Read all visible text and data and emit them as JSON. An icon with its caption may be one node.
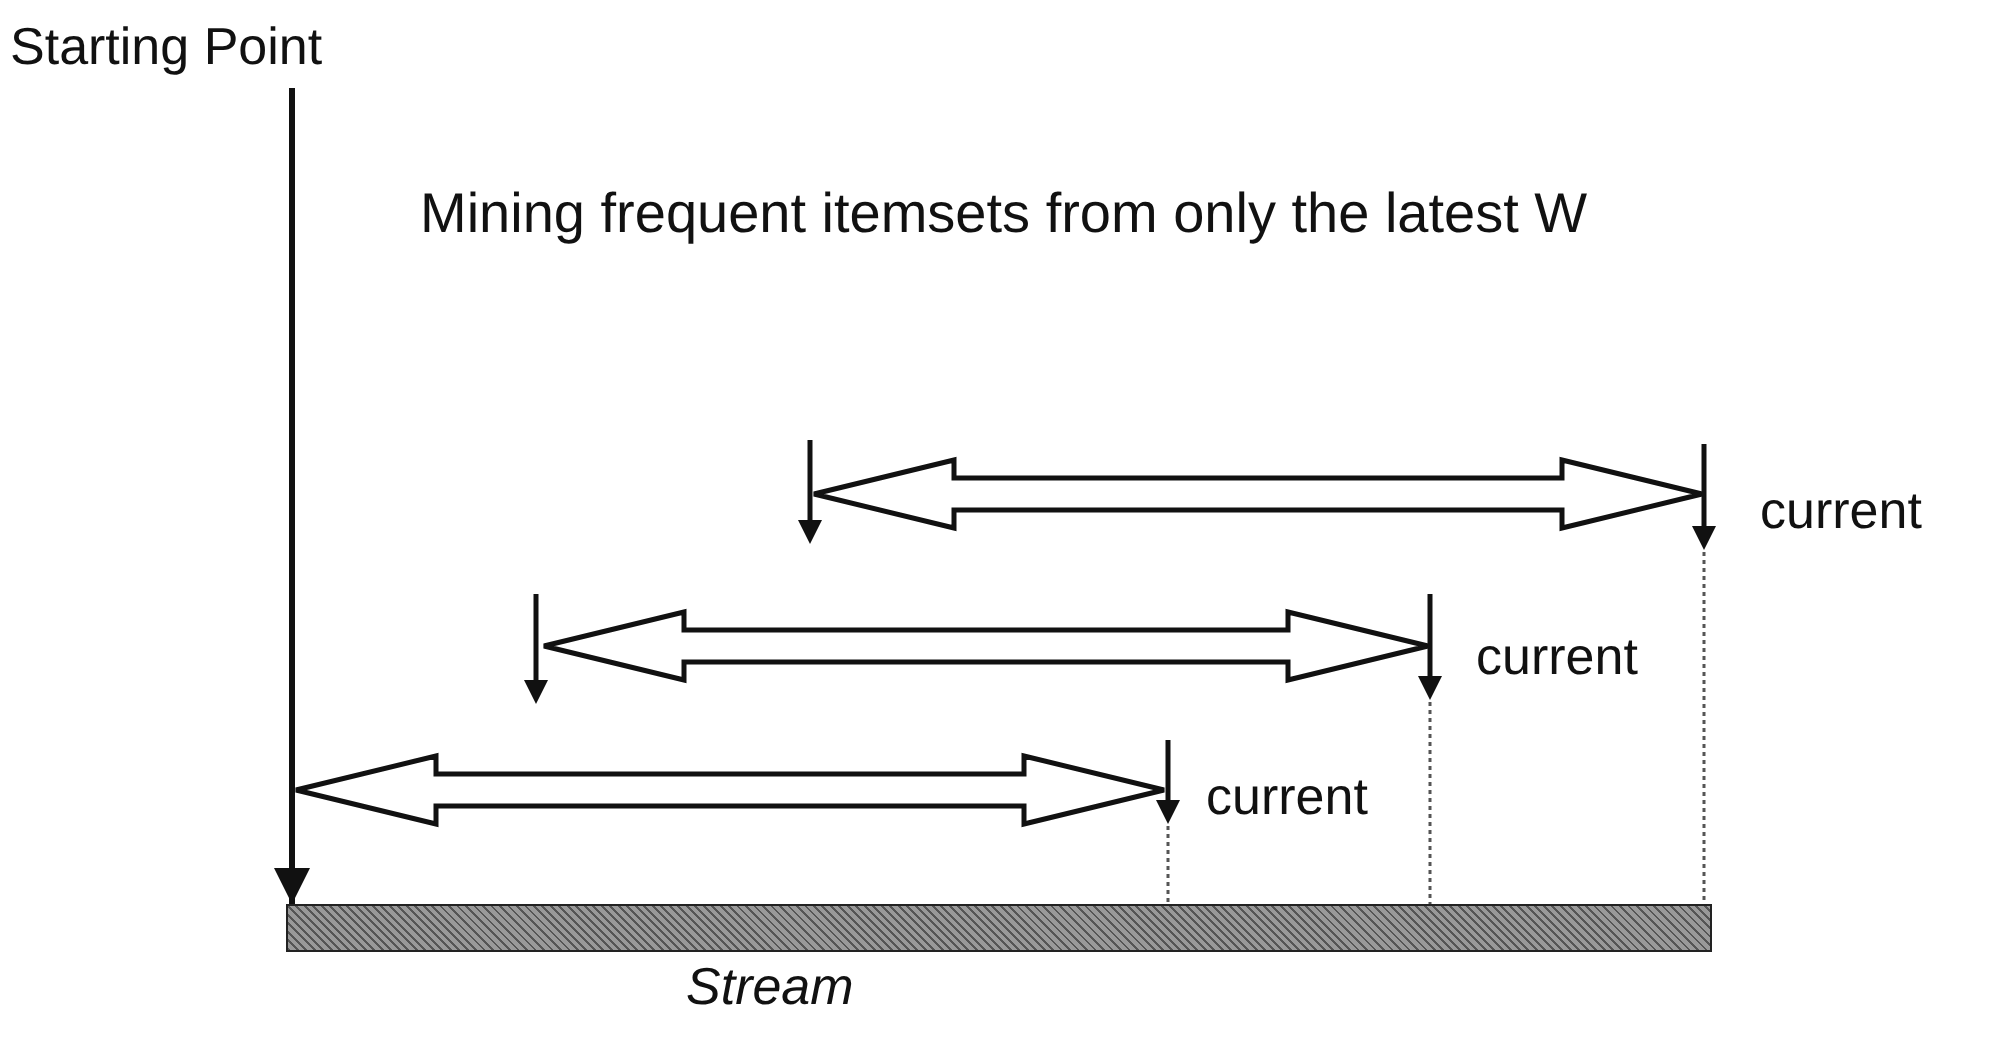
{
  "diagram": {
    "nodes": [
      {
        "text": [
          "Starting Point"
        ]
      },
      {
        "text": [
          "Stream"
        ]
      }
    ],
    "edges": [
      {
        "from": 0,
        "to": 1,
        "arrow": "to"
      }
    ],
    "labels": [
      "Mining frequent itemsets from only the latest W",
      "current",
      "current",
      "current"
    ]
  }
}
